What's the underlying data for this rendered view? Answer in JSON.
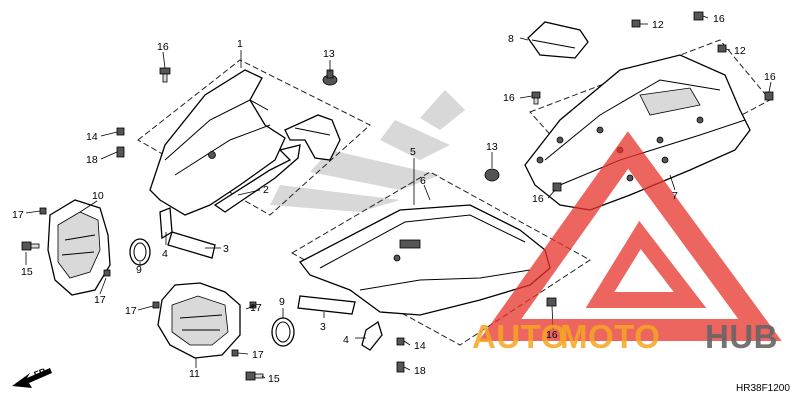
{
  "diagram": {
    "drawing_code": "HR38F1200",
    "direction_label": "FR."
  },
  "callouts": {
    "c1": "1",
    "c2": "2",
    "c3a": "3",
    "c3b": "3",
    "c4a": "4",
    "c4b": "4",
    "c5": "5",
    "c6": "6",
    "c7": "7",
    "c8": "8",
    "c9a": "9",
    "c9b": "9",
    "c10": "10",
    "c11": "11",
    "c12a": "12",
    "c12b": "12",
    "c13a": "13",
    "c13b": "13",
    "c14a": "14",
    "c14b": "14",
    "c15a": "15",
    "c15b": "15",
    "c16a": "16",
    "c16b": "16",
    "c16c": "16",
    "c16d": "16",
    "c16e": "16",
    "c16f": "16",
    "c17a": "17",
    "c17b": "17",
    "c17c": "17",
    "c17d": "17",
    "c17e": "17",
    "c18a": "18",
    "c18b": "18"
  },
  "watermark": {
    "brand_part1": "AUTO",
    "brand_part2": "MOTO",
    "brand_part3": "HUB",
    "colors": {
      "orange": "#f5a623",
      "red": "#e8322a",
      "gray": "#666666"
    }
  }
}
